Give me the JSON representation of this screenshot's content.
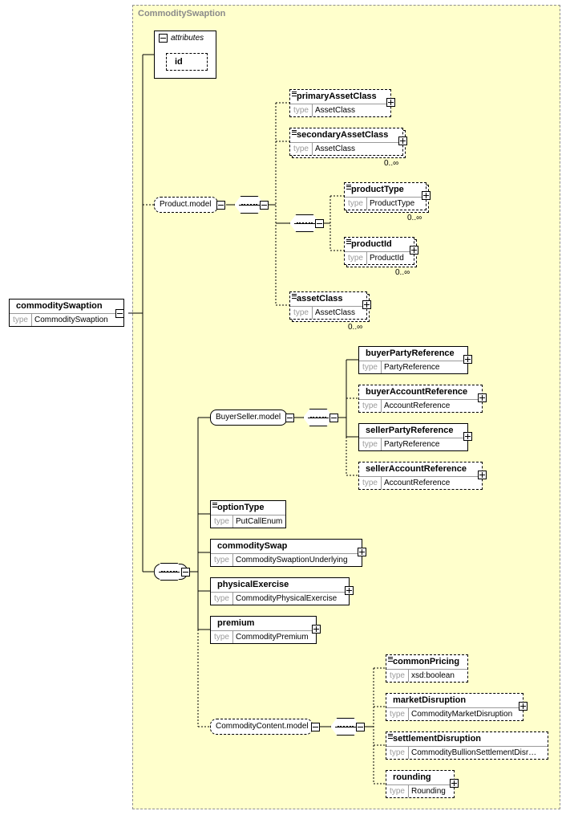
{
  "diagram": {
    "group_title": "CommoditySwaption",
    "root": {
      "name": "commoditySwaption",
      "type_label": "type",
      "type": "CommoditySwaption"
    },
    "attributes": {
      "label": "attributes",
      "items": [
        "id"
      ]
    },
    "model_groups": {
      "product_model": "Product.model",
      "buyerseller_model": "BuyerSeller.model",
      "commoditycontent_model": "CommodityContent.model"
    },
    "elements": [
      {
        "key": "primaryAssetClass",
        "name": "primaryAssetClass",
        "type": "AssetClass",
        "occurs": ""
      },
      {
        "key": "secondaryAssetClass",
        "name": "secondaryAssetClass",
        "type": "AssetClass",
        "occurs": "0..∞"
      },
      {
        "key": "productType",
        "name": "productType",
        "type": "ProductType",
        "occurs": "0..∞"
      },
      {
        "key": "productId",
        "name": "productId",
        "type": "ProductId",
        "occurs": "0..∞"
      },
      {
        "key": "assetClass",
        "name": "assetClass",
        "type": "AssetClass",
        "occurs": "0..∞"
      },
      {
        "key": "buyerPartyReference",
        "name": "buyerPartyReference",
        "type": "PartyReference",
        "occurs": ""
      },
      {
        "key": "buyerAccountReference",
        "name": "buyerAccountReference",
        "type": "AccountReference",
        "occurs": ""
      },
      {
        "key": "sellerPartyReference",
        "name": "sellerPartyReference",
        "type": "PartyReference",
        "occurs": ""
      },
      {
        "key": "sellerAccountReference",
        "name": "sellerAccountReference",
        "type": "AccountReference",
        "occurs": ""
      },
      {
        "key": "optionType",
        "name": "optionType",
        "type": "PutCallEnum",
        "occurs": ""
      },
      {
        "key": "commoditySwap",
        "name": "commoditySwap",
        "type": "CommoditySwaptionUnderlying",
        "occurs": ""
      },
      {
        "key": "physicalExercise",
        "name": "physicalExercise",
        "type": "CommodityPhysicalExercise",
        "occurs": ""
      },
      {
        "key": "premium",
        "name": "premium",
        "type": "CommodityPremium",
        "occurs": ""
      },
      {
        "key": "commonPricing",
        "name": "commonPricing",
        "type": "xsd:boolean",
        "occurs": ""
      },
      {
        "key": "marketDisruption",
        "name": "marketDisruption",
        "type": "CommodityMarketDisruption",
        "occurs": ""
      },
      {
        "key": "settlementDisruption",
        "name": "settlementDisruption",
        "type": "CommodityBullionSettlementDisr…",
        "occurs": ""
      },
      {
        "key": "rounding",
        "name": "rounding",
        "type": "Rounding",
        "occurs": ""
      }
    ],
    "type_label": "type"
  }
}
